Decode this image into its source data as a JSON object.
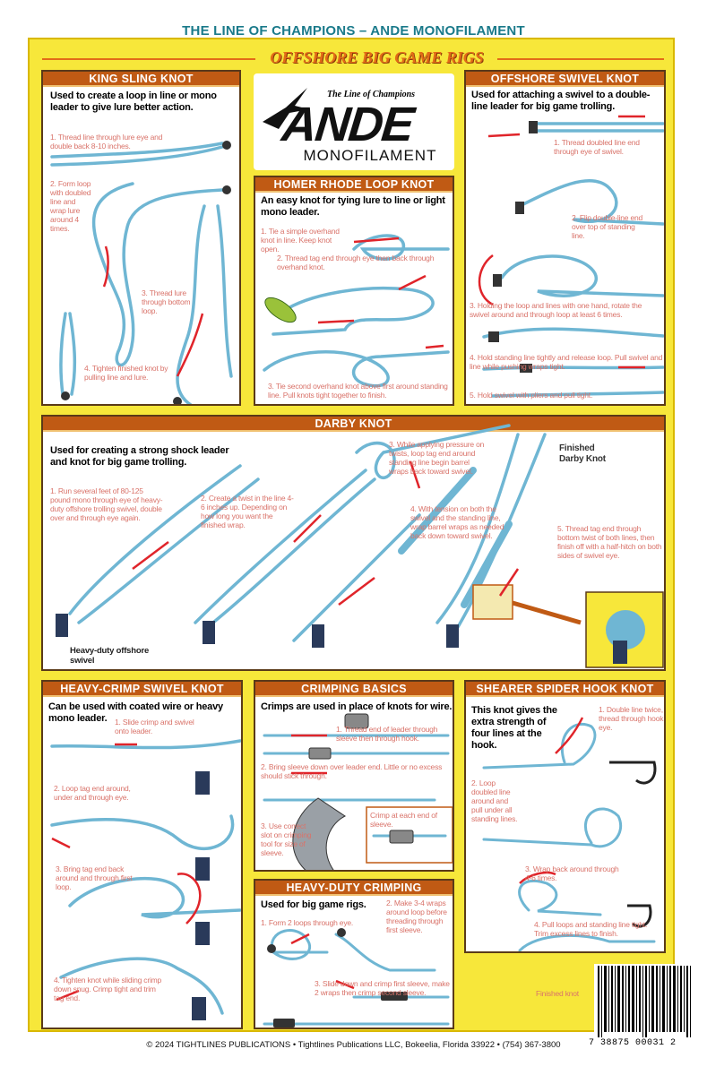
{
  "header": {
    "title": "THE LINE OF CHAMPIONS – ANDE MONOFILAMENT"
  },
  "banner": {
    "title": "OFFSHORE BIG GAME RIGS"
  },
  "logo": {
    "tagline": "The Line of Champions",
    "brand": "ANDE",
    "sub": "MONOFILAMENT"
  },
  "panels": {
    "king_sling": {
      "title": "KING SLING KNOT",
      "intro": "Used to create a loop in line or mono leader to give lure better action.",
      "steps": [
        "1. Thread line through lure eye and double back 8-10 inches.",
        "2. Form loop with doubled line and wrap lure around 4 times.",
        "3. Thread lure through bottom loop.",
        "4. Tighten finished knot by pulling line and lure."
      ]
    },
    "homer_rhode": {
      "title": "HOMER RHODE LOOP KNOT",
      "intro": "An easy knot for tying lure to line or light mono leader.",
      "steps": [
        "1. Tie a simple overhand knot in line. Keep knot open.",
        "2. Thread tag end through eye then back through overhand knot.",
        "3. Tie second overhand knot above first around standing line. Pull knots tight together to finish."
      ]
    },
    "offshore_swivel": {
      "title": "OFFSHORE SWIVEL KNOT",
      "intro": "Used for attaching a swivel to a double-line leader for big game trolling.",
      "steps": [
        "1. Thread doubled line end through eye of swivel.",
        "2. Flip double-line end over top of standing line.",
        "3. Holding the loop and lines with one hand, rotate the swivel around and through loop at least 6 times.",
        "4. Hold standing line tightly and release loop. Pull swivel and line while pushing wraps tight.",
        "5. Hold swivel with pliers and pull tight."
      ]
    },
    "darby": {
      "title": "DARBY KNOT",
      "intro": "Used for creating a  strong shock leader and knot for big game trolling.",
      "steps": [
        "1. Run several feet of 80-125 pound mono through eye of heavy-duty offshore trolling swivel, double over and through eye again.",
        "2. Create a twist in the line 4-6 inches up. Depending on how long you want the finished wrap.",
        "3. While applying pressure on twists, loop tag end around standing line begin barrel wraps back toward swivel.",
        "4. With tension on both the swivel and the standing line, wrap barrel wraps as needed back down toward swivel.",
        "5. Thread tag end through bottom twist of both lines, then finish off with a half-hitch on both sides of swivel eye."
      ],
      "finished_label": "Finished Darby Knot",
      "swivel_label": "Heavy-duty offshore swivel"
    },
    "heavy_crimp": {
      "title": "HEAVY-CRIMP SWIVEL KNOT",
      "intro": "Can be used with coated wire or heavy mono leader.",
      "steps": [
        "1. Slide crimp and swivel onto leader.",
        "2. Loop tag end around, under and through eye.",
        "3. Bring tag end back around and through first loop.",
        "4. Tighten knot while sliding crimp down snug. Crimp tight and trim tag end."
      ]
    },
    "crimping_basics": {
      "title": "CRIMPING BASICS",
      "intro": "Crimps are used in place of knots for wire.",
      "steps": [
        "1. Thread end of leader through sleeve then through hook.",
        "2. Bring sleeve down over leader end. Little or no excess should stick through.",
        "3. Use correct slot on crimping tool for size of sleeve."
      ],
      "callout": "Crimp at each end of sleeve."
    },
    "heavy_duty_crimping": {
      "title": "HEAVY-DUTY CRIMPING",
      "intro": "Used for big game rigs.",
      "steps": [
        "1. Form 2 loops through eye.",
        "2. Make 3-4 wraps around loop before threading through first sleeve.",
        "3. Slide down and crimp first sleeve, make 2 wraps then crimp second sleeve."
      ]
    },
    "shearer_spider": {
      "title": "SHEARER SPIDER HOOK KNOT",
      "intro": "This knot gives the extra strength of four lines at the hook.",
      "steps": [
        "1. Double line twice, thread through hook eye.",
        "2. Loop doubled line around and pull under all standing lines.",
        "3. Wrap back around through 4-6 times.",
        "4. Pull loops and standing line tight. Trim excess lines to finish."
      ],
      "finished_label": "Finished knot"
    }
  },
  "footer": {
    "text": "© 2024 TIGHTLINES PUBLICATIONS • Tightlines Publications LLC, Bokeelia, Florida 33922 • (754) 367-3800"
  },
  "barcode": {
    "number": "7  38875 00031  2"
  },
  "colors": {
    "poster": "#f7e73a",
    "panel_head": "#c05a14",
    "line": "#6fb6d3",
    "arrow": "#e0242a",
    "banner": "#e36b17"
  }
}
